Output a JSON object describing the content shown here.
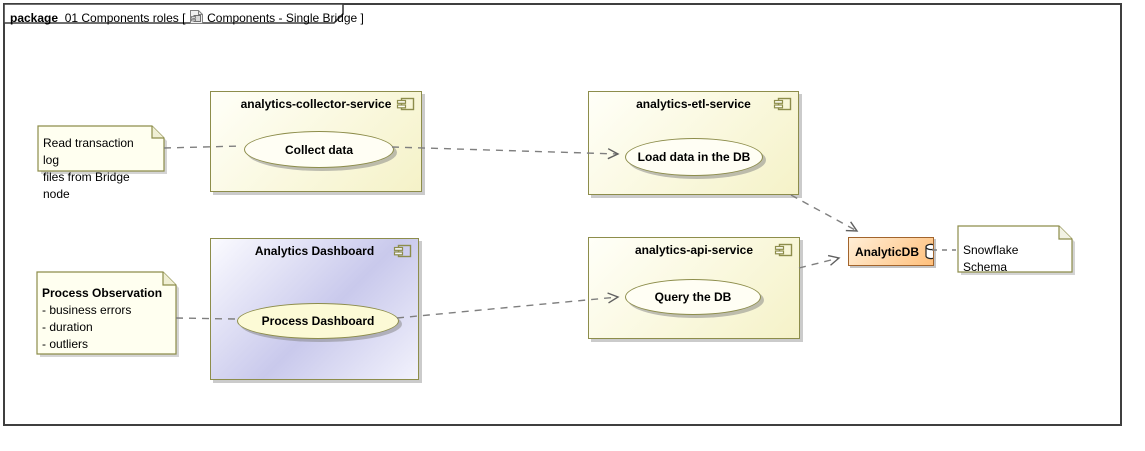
{
  "diagram": {
    "tab": {
      "keyword": "package",
      "name": "01 Components roles [",
      "diagram_ref": "Components - Single Bridge ]"
    }
  },
  "components": [
    {
      "id": "analytics-collector-service",
      "title": "analytics-collector-service",
      "usecase": "Collect data"
    },
    {
      "id": "analytics-etl-service",
      "title": "analytics-etl-service",
      "usecase": "Load data in the DB"
    },
    {
      "id": "analytics-dashboard",
      "title": "Analytics Dashboard",
      "usecase": "Process Dashboard"
    },
    {
      "id": "analytics-api-service",
      "title": "analytics-api-service",
      "usecase": "Query the DB"
    }
  ],
  "db": {
    "label": "AnalyticDB"
  },
  "notes": [
    {
      "lines": [
        "Read transaction log",
        "files from Bridge node"
      ]
    },
    {
      "title": "Process Observation",
      "items": [
        "- business errors",
        "- duration",
        "- outliers"
      ]
    },
    {
      "lines": [
        "Snowflake Schema"
      ]
    }
  ],
  "icons": {
    "component_icon": "uml-component-icon",
    "diagram_icon": "component-diagram-icon",
    "database_icon": "database-cylinder-icon"
  },
  "colors": {
    "component_border": "#8d8d4b",
    "component_fill": "#f5f2c8",
    "dashboard_fill": "#c9c9ec",
    "db_border": "#a2642c",
    "db_fill": "#ffc07c",
    "note_fill": "#fffff0",
    "connector": "#7f7f7f",
    "frame_border": "#3f3f3f"
  }
}
